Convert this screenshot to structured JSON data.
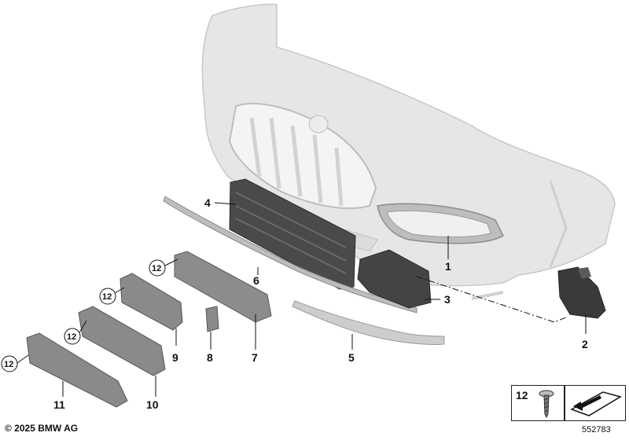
{
  "parts": [
    {
      "id": "1",
      "label": "1"
    },
    {
      "id": "2",
      "label": "2"
    },
    {
      "id": "3",
      "label": "3"
    },
    {
      "id": "4",
      "label": "4"
    },
    {
      "id": "5",
      "label": "5"
    },
    {
      "id": "6",
      "label": "6"
    },
    {
      "id": "7",
      "label": "7"
    },
    {
      "id": "8",
      "label": "8"
    },
    {
      "id": "9",
      "label": "9"
    },
    {
      "id": "10",
      "label": "10"
    },
    {
      "id": "11",
      "label": "11"
    }
  ],
  "callouts": {
    "screw_label": "12"
  },
  "legend": {
    "screw_label": "12"
  },
  "footer": {
    "copyright": "© 2025 BMW AG",
    "reference_number": "552783"
  },
  "colors": {
    "bumper": "#e4e4e4",
    "bumper_edge": "#c9c9c9",
    "dark_part": "#4a4a4a",
    "gray_part": "#8a8a8a",
    "chrome_strip": "#c8c8c8"
  }
}
